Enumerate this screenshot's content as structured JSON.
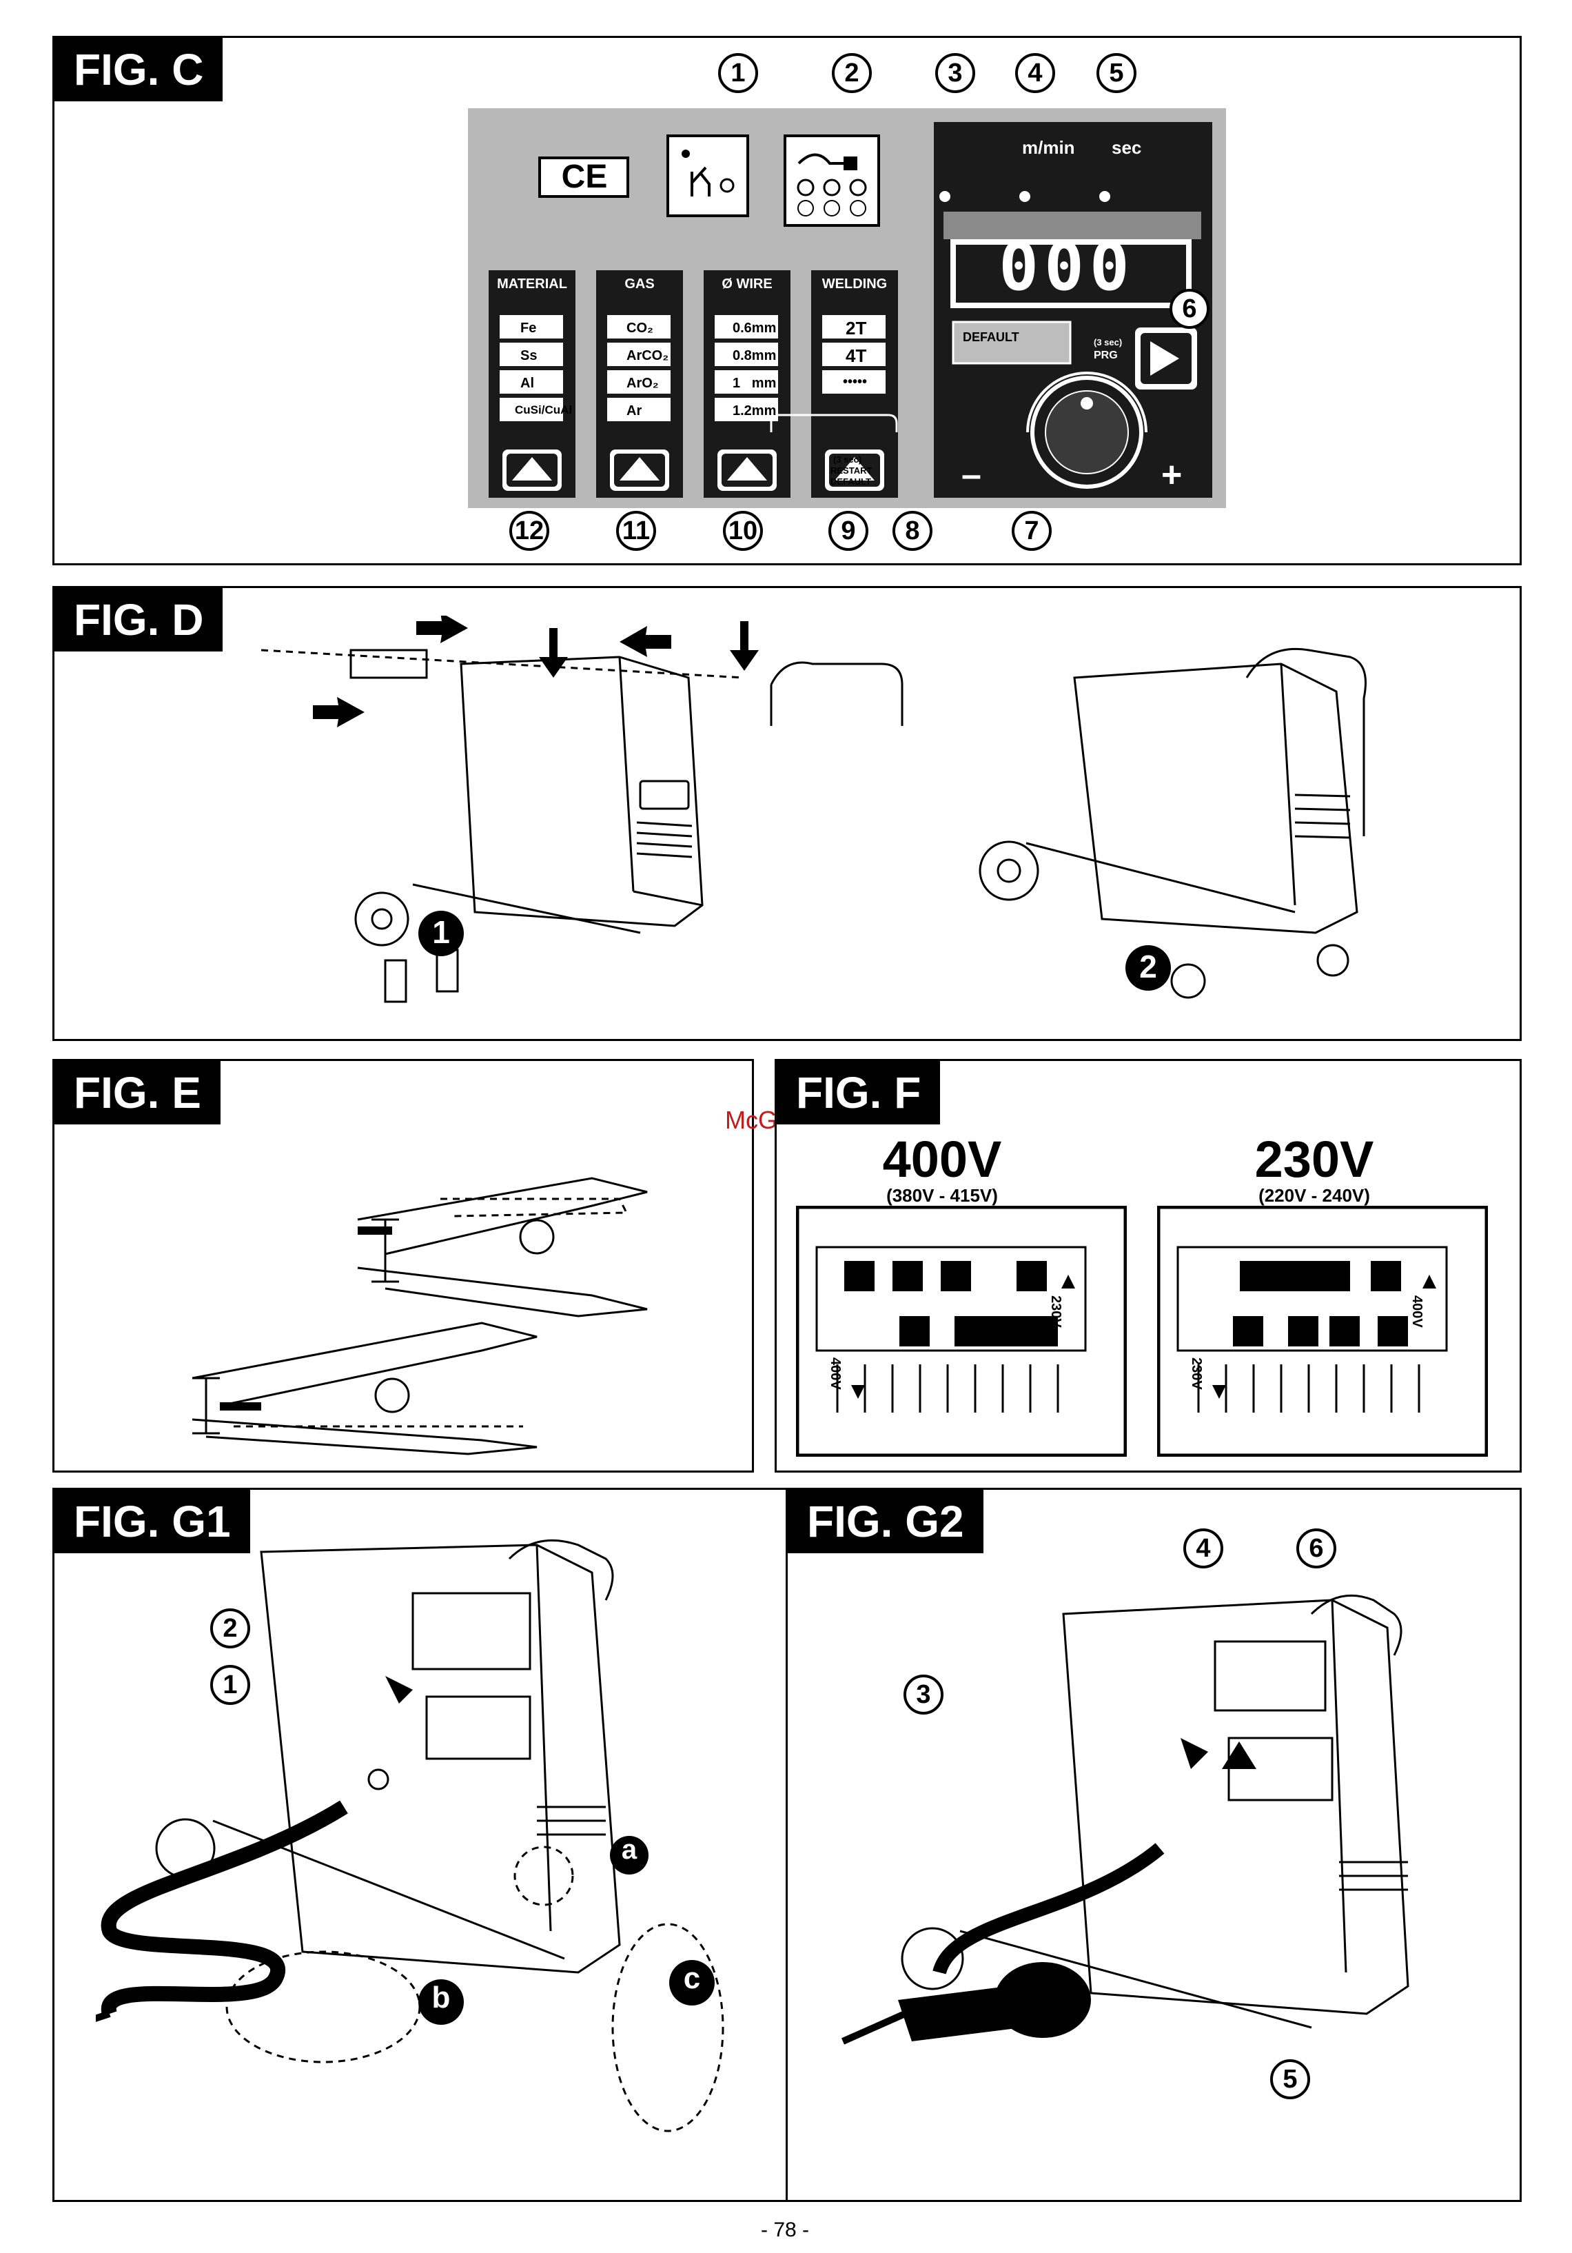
{
  "figures": {
    "c": {
      "tag": "FIG. C"
    },
    "d": {
      "tag": "FIG. D"
    },
    "e": {
      "tag": "FIG. E"
    },
    "f": {
      "tag": "FIG. F"
    },
    "g1": {
      "tag": "FIG. G1"
    },
    "g2": {
      "tag": "FIG. G2"
    }
  },
  "control_panel": {
    "ce_mark": "CE",
    "display": "000",
    "mode_labels": [
      "m/min",
      "sec"
    ],
    "default_label": "DEFAULT",
    "restart_label": "RESTART",
    "restart_default_label": "DEFAULT",
    "restart_time": "(3 sec)",
    "prg_label": "PRG",
    "prg_time": "(3 sec)",
    "minus": "–",
    "plus": "+",
    "columns": [
      {
        "title": "MATERIAL",
        "options": [
          "Fe",
          "Ss",
          "Al",
          "CuSi/CuAl"
        ]
      },
      {
        "title": "GAS",
        "options": [
          "CO₂",
          "ArCO₂",
          "ArO₂",
          "Ar"
        ]
      },
      {
        "title": "Ø WIRE",
        "options": [
          "0.6mm",
          "0.8mm",
          "1   mm",
          "1.2mm"
        ]
      },
      {
        "title": "WELDING",
        "options": [
          "2T",
          "4T",
          "•••••"
        ]
      }
    ],
    "callouts": [
      "1",
      "2",
      "3",
      "4",
      "5",
      "6",
      "7",
      "8",
      "9",
      "10",
      "11",
      "12"
    ]
  },
  "assembly": {
    "steps": [
      "1",
      "2"
    ]
  },
  "voltage": {
    "left": {
      "title": "400V",
      "range": "(380V - 415V)",
      "arrow_up": "230V",
      "arrow_down": "400V"
    },
    "right": {
      "title": "230V",
      "range": "(220V - 240V)",
      "arrow_up": "400V",
      "arrow_down": "230V"
    }
  },
  "g1": {
    "callouts": [
      "2",
      "1"
    ],
    "details": [
      "a",
      "b",
      "c"
    ]
  },
  "g2": {
    "callouts": [
      "4",
      "6",
      "3",
      "5"
    ]
  },
  "watermark": "McGrp.Ru",
  "page_number": "- 78 -",
  "colors": {
    "panel_grey": "#b8b8b8",
    "panel_dark": "#1a1a1a",
    "watermark": "#c51a1a"
  }
}
